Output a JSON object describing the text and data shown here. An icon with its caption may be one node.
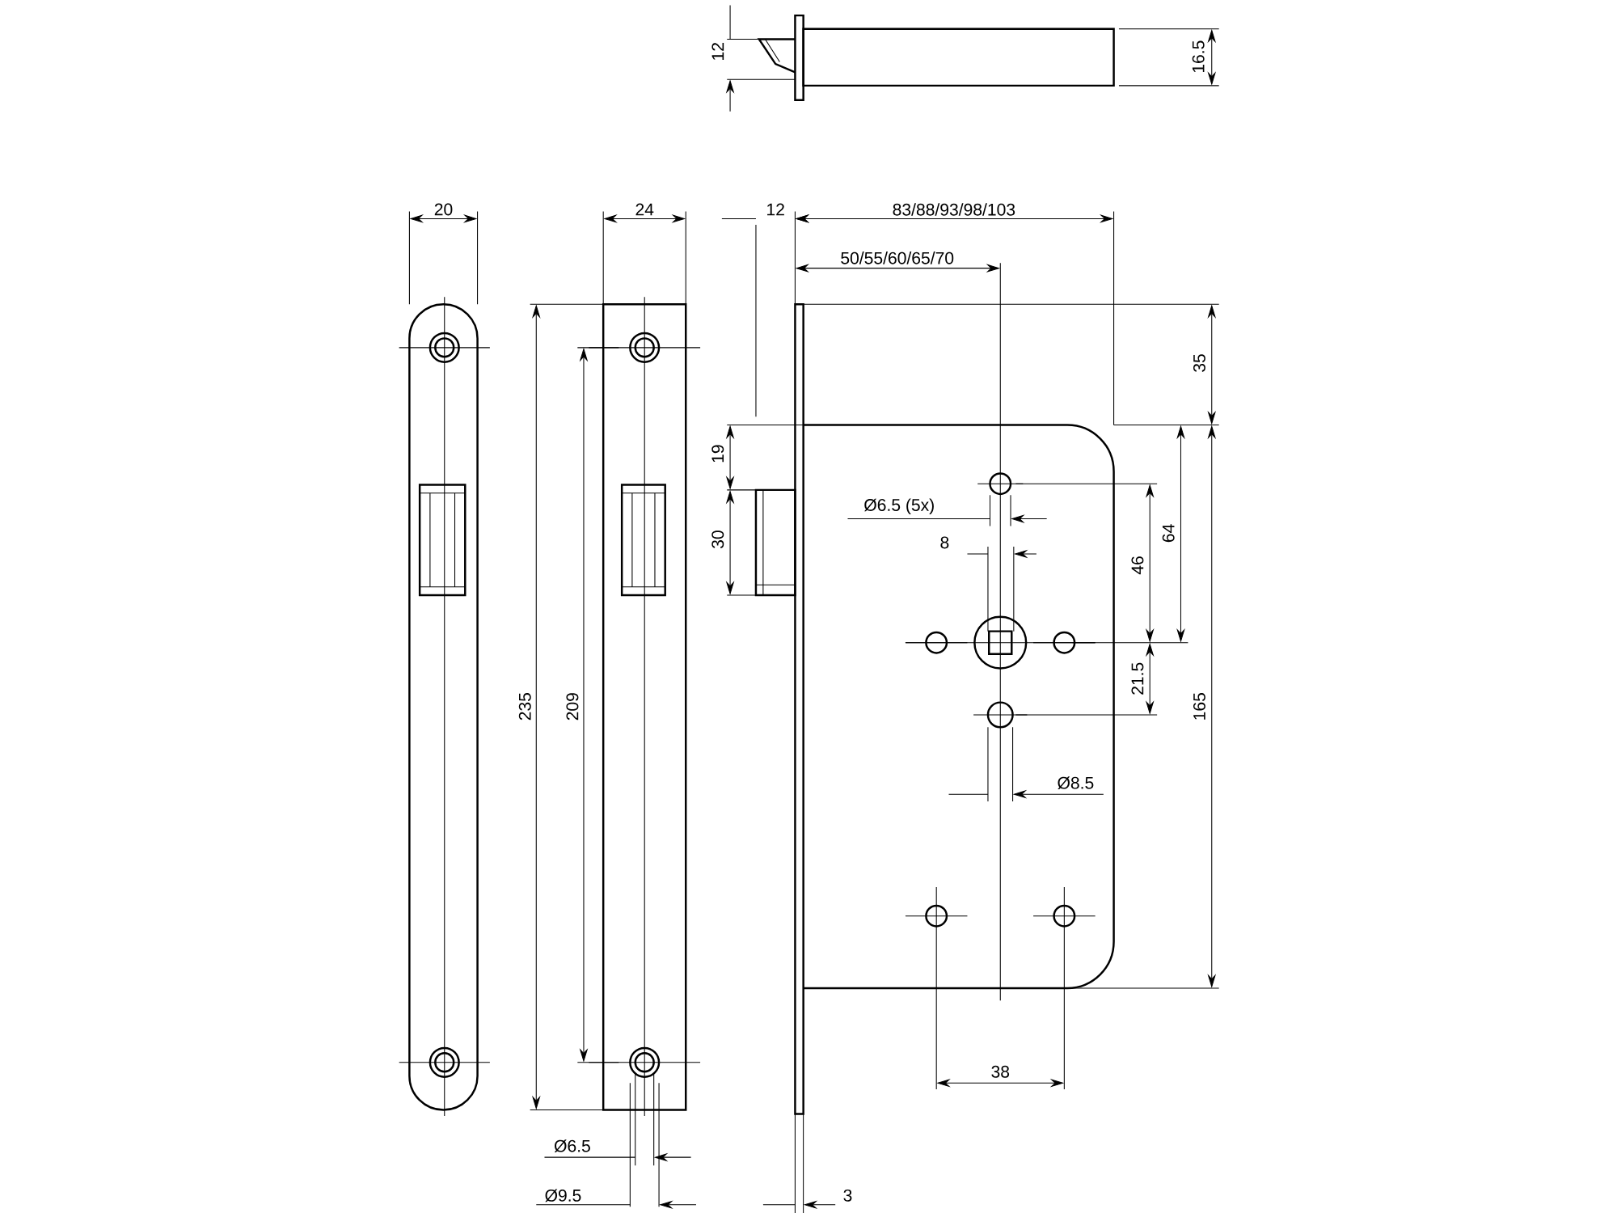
{
  "diagram": {
    "labels": [
      "12",
      "16.5",
      "20",
      "24",
      "12",
      "83/88/93/98/103",
      "50/55/60/65/70",
      "35",
      "19",
      "Ø6.5 (5x)",
      "30",
      "8",
      "46",
      "64",
      "235",
      "209",
      "21.5",
      "165",
      "Ø8.5",
      "38",
      "Ø6.5",
      "Ø9.5",
      "3"
    ]
  }
}
